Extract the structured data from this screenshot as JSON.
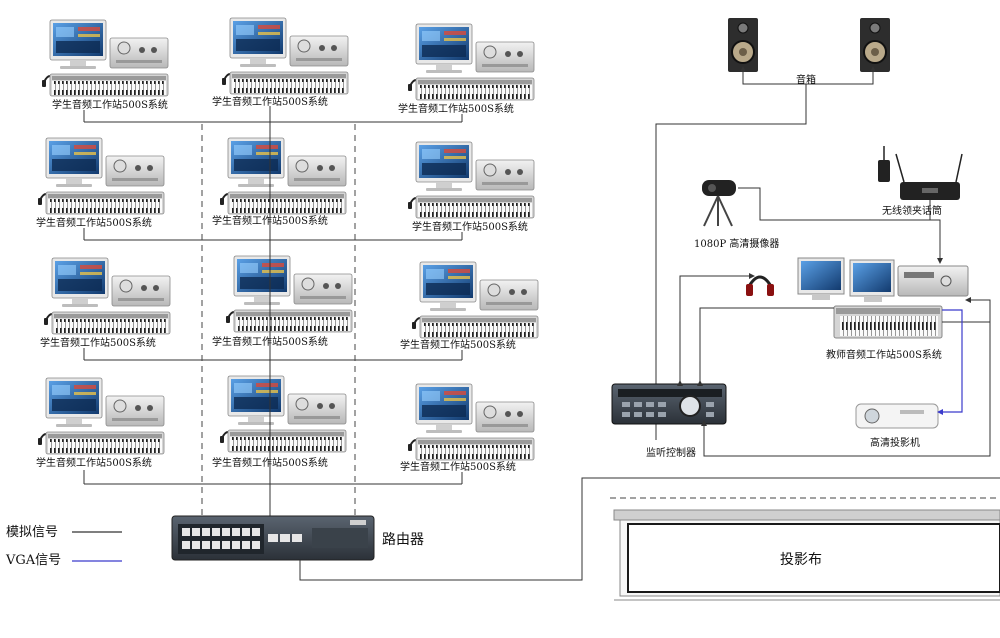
{
  "student_station_label": "学生音频工作站500S系统",
  "teacher_station_label": "教师音频工作站500S系统",
  "speakers_label": "音箱",
  "camera_label": "1080P 高清摄像器",
  "wireless_mic_label": "无线领夹话筒",
  "monitor_controller_label": "监听控制器",
  "projector_label": "高清投影机",
  "router_label": "路由器",
  "screen_label": "投影布",
  "legend": {
    "analog": "模拟信号",
    "vga": "VGA信号"
  },
  "colors": {
    "analog_line": "#333333",
    "vga_line": "#3b3bcc",
    "monitor_screen": "#1d4f8f"
  }
}
